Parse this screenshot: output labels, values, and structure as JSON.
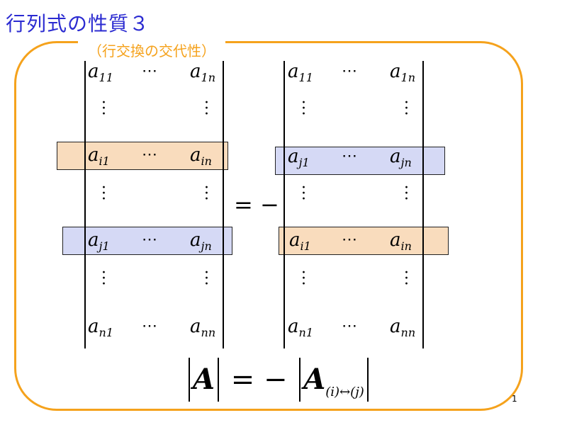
{
  "title": "行列式の性質３",
  "subtitle": "（行交換の交代性）",
  "left_matrix": {
    "row1": [
      "a11",
      "⋯",
      "a1n"
    ],
    "rowi": [
      "ai1",
      "⋯",
      "ain"
    ],
    "rowj": [
      "aj1",
      "⋯",
      "ajn"
    ],
    "rown": [
      "an1",
      "⋯",
      "ann"
    ]
  },
  "right_matrix": {
    "row1": [
      "a11",
      "⋯",
      "a1n"
    ],
    "rowj": [
      "aj1",
      "⋯",
      "ajn"
    ],
    "rowi": [
      "ai1",
      "⋯",
      "ain"
    ],
    "rown": [
      "an1",
      "⋯",
      "ann"
    ]
  },
  "equals_sign": "= −",
  "formula": {
    "lhs": "A",
    "op": "= −",
    "rhs": "A",
    "rhs_sub": "(i)↔(j)"
  },
  "page_number": "1",
  "colors": {
    "title": "#2b2bd1",
    "frame": "#f5a21c",
    "orange_band": "#f9dcbd",
    "blue_band": "#d5d9f5"
  }
}
